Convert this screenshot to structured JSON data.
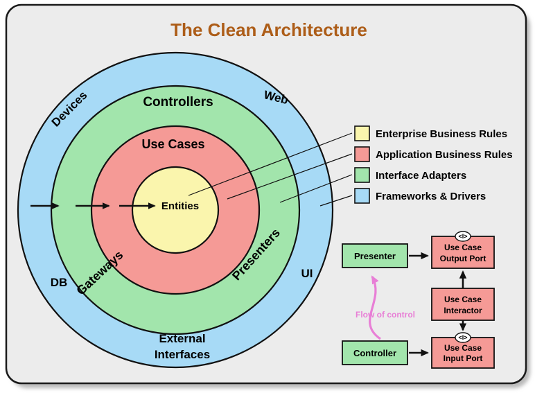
{
  "title": "The Clean Architecture",
  "colors": {
    "title": "#ad5d18",
    "flow_of_control": "#e87fd6",
    "outline": "#111111",
    "frame_fill": "#ececec"
  },
  "rings": {
    "devices": "Devices",
    "web": "Web",
    "controllers": "Controllers",
    "use_cases": "Use Cases",
    "entities": "Entities",
    "gateways": "Gateways",
    "presenters": "Presenters",
    "db": "DB",
    "ui": "UI",
    "external_line1": "External",
    "external_line2": "Interfaces"
  },
  "legend": {
    "items": [
      {
        "label": "Enterprise Business Rules",
        "color": "#faf5ad"
      },
      {
        "label": "Application Business Rules",
        "color": "#f59a96"
      },
      {
        "label": "Interface Adapters",
        "color": "#a2e5ac"
      },
      {
        "label": "Frameworks & Drivers",
        "color": "#a7daf6"
      }
    ]
  },
  "flow": {
    "presenter_label": "Presenter",
    "controller_label": "Controller",
    "output_port_line1": "Use Case",
    "output_port_line2": "Output Port",
    "interactor_line1": "Use Case",
    "interactor_line2": "Interactor",
    "input_port_line1": "Use Case",
    "input_port_line2": "Input Port",
    "interface_symbol": "<I>",
    "flow_of_control_label": "Flow of control"
  }
}
